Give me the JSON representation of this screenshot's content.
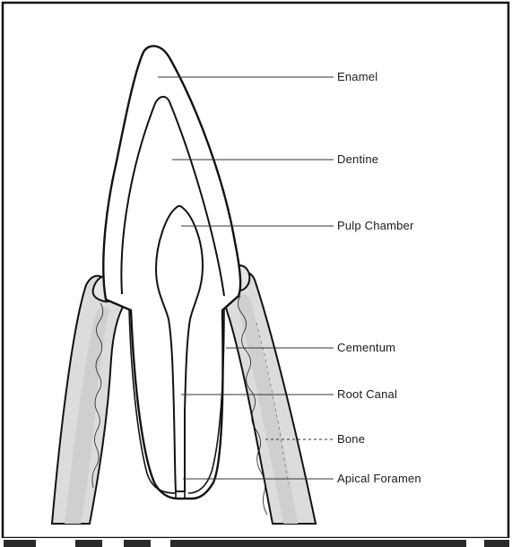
{
  "diagram": {
    "labels": {
      "enamel": "Enamel",
      "dentine": "Dentine",
      "pulp_chamber": "Pulp Chamber",
      "cementum": "Cementum",
      "root_canal": "Root Canal",
      "bone": "Bone",
      "apical_foramen": "Apical Foramen"
    }
  }
}
